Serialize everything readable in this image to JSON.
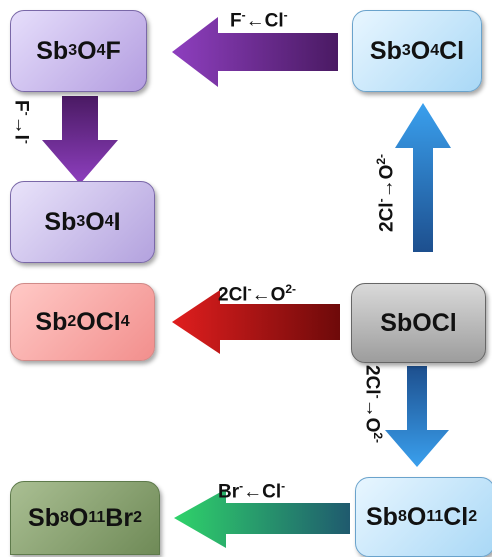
{
  "compounds": {
    "sb3o4f": {
      "el": "Sb",
      "n1": "3",
      "el2": "O",
      "n2": "4",
      "el3": "F"
    },
    "sb3o4i": {
      "el": "Sb",
      "n1": "3",
      "el2": "O",
      "n2": "4",
      "el3": "I"
    },
    "sb3o4cl": {
      "el": "Sb",
      "n1": "3",
      "el2": "O",
      "n2": "4",
      "el3": "Cl"
    },
    "sbocl": {
      "text": "SbOCl"
    },
    "sb2ocl4": {
      "el": "Sb",
      "n1": "2",
      "el2": "OCl",
      "n2": "4"
    },
    "sb8o11br2": {
      "el": "Sb",
      "n1": "8",
      "el2": "O",
      "n2": "11",
      "el3": "Br",
      "n3": "2"
    },
    "sb8o11cl2": {
      "el": "Sb",
      "n1": "8",
      "el2": "O",
      "n2": "11",
      "el3": "Cl",
      "n3": "2"
    }
  },
  "labels": {
    "f_cl": {
      "a": "F",
      "asup": "-",
      "arrow": "←",
      "b": "Cl",
      "bsup": "-"
    },
    "f_i": {
      "a": "F",
      "asup": "-",
      "arrow": "→",
      "b": "I",
      "bsup": "-"
    },
    "cl_o_up": {
      "a": "2Cl",
      "asup": "-",
      "arrow": "→",
      "b": "O",
      "bsup": "2-"
    },
    "cl_o_left": {
      "a": "2Cl",
      "asup": "-",
      "arrow": "←",
      "b": "O",
      "bsup": "2-"
    },
    "cl_o_down": {
      "a": "2Cl",
      "asup": "-",
      "arrow": "→",
      "b": "O",
      "bsup": "2-"
    },
    "br_cl": {
      "a": "Br",
      "asup": "-",
      "arrow": "←",
      "b": "Cl",
      "bsup": "-"
    }
  },
  "colors": {
    "purple_dark": "#4a1a63",
    "purple_light": "#8e3fbf",
    "blue_dark": "#1d4f8e",
    "blue_light": "#3aa0ee",
    "red_dark": "#6e0a0a",
    "red_light": "#e01e1e",
    "green_dark": "#1f5a6e",
    "green_light": "#2fd36a"
  }
}
